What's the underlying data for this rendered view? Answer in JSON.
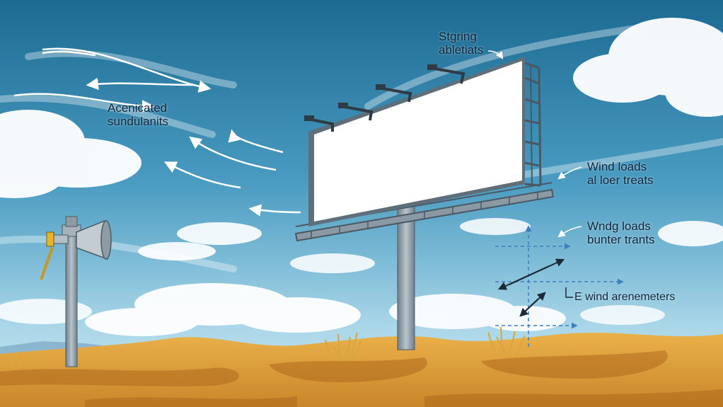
{
  "labels": {
    "top": [
      "Stgring",
      "abletiats"
    ],
    "left": [
      "Acenicated",
      "sundulanits"
    ],
    "right_upper": [
      "Wind loads",
      "al loer treats"
    ],
    "right_lower": [
      "Wndg loads",
      "bunter trants"
    ],
    "anemometer": "E wind arenemeters"
  },
  "colors": {
    "sky_top": "#1f6f95",
    "sky_bottom": "#bfe2ee",
    "sand": "#e0a43a",
    "sand_dark": "#b8741f",
    "billboard_face": "#ffffff",
    "frame": "#5a6b78",
    "dash_line": "#3d7fc0"
  },
  "icons": [
    "megaphone-icon",
    "wind-arrow-icon",
    "double-arrow-icon"
  ]
}
